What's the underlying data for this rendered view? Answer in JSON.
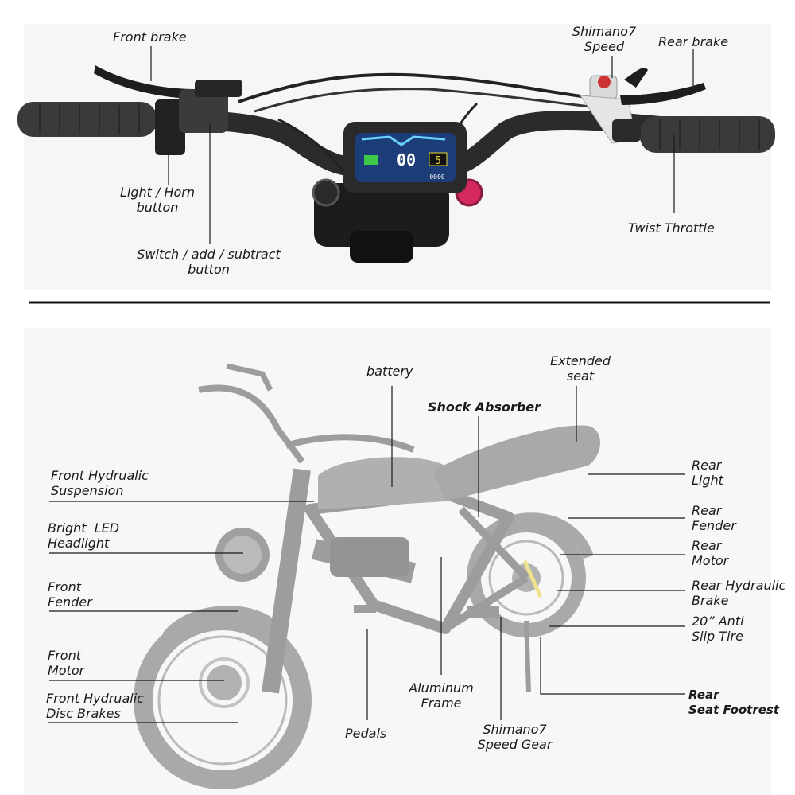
{
  "top_labels": {
    "front_brake": "Front brake",
    "shimano_speed": [
      "Shimano7",
      "Speed"
    ],
    "rear_brake": "Rear brake",
    "light_horn": [
      "Light / Horn",
      "button"
    ],
    "switch_button": [
      "Switch / add / subtract",
      "button"
    ],
    "twist_throttle": "Twist Throttle"
  },
  "display_readout": {
    "speed": "00",
    "gear": "5",
    "odometer": "0000"
  },
  "bottom_labels": {
    "battery": "battery",
    "extended_seat": [
      "Extended",
      "seat"
    ],
    "shock_absorber": "Shock Absorber",
    "front_suspension": [
      "Front Hydrualic",
      "Suspension"
    ],
    "headlight": [
      "Bright  LED",
      "Headlight"
    ],
    "front_fender": [
      "Front",
      "Fender"
    ],
    "front_motor": [
      "Front",
      "Motor"
    ],
    "front_disc_brakes": [
      "Front Hydrualic",
      "Disc Brakes"
    ],
    "aluminum_frame": [
      "Aluminum",
      "Frame"
    ],
    "pedals": "Pedals",
    "shimano_gear": [
      "Shimano7",
      "Speed Gear"
    ],
    "rear_light": [
      "Rear",
      "Light"
    ],
    "rear_fender": [
      "Rear",
      "Fender"
    ],
    "rear_motor": [
      "Rear",
      "Motor"
    ],
    "rear_brake": [
      "Rear Hydraulic",
      "Brake"
    ],
    "anti_slip_tire": [
      "20” Anti",
      "Slip Tire"
    ],
    "rear_footrest": [
      "Rear",
      "Seat Footrest"
    ]
  },
  "colors": {
    "line": "#1a1a1a",
    "metal": "#2b2b2b",
    "grip": "#3a3a3a",
    "bike_ghost": "#9a9a9a",
    "screen": "#1d3d78",
    "accent_pink": "#d3295e",
    "accent_yellow": "#e7d23a"
  }
}
